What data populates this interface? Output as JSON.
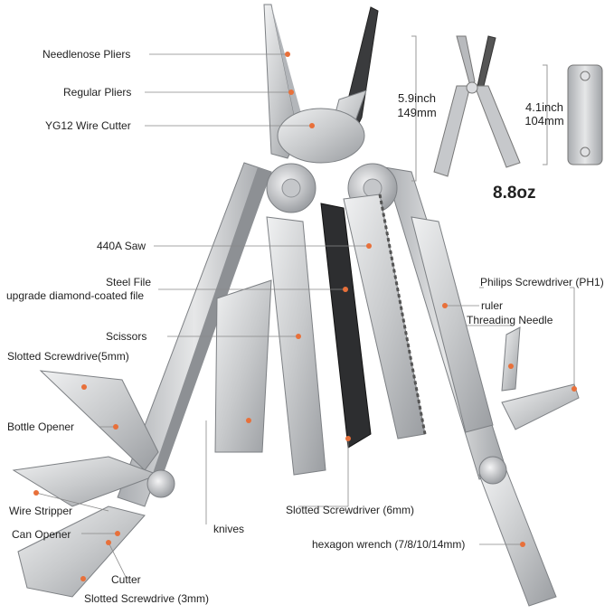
{
  "labels": {
    "needlenose": "Needlenose Pliers",
    "regular": "Regular Pliers",
    "wire_cutter": "YG12 Wire Cutter",
    "saw": "440A Saw",
    "steel_file": "Steel File",
    "diamond_file": "upgrade diamond-coated file",
    "scissors": "Scissors",
    "slotted_5": "Slotted Screwdrive(5mm)",
    "bottle_opener": "Bottle Opener",
    "wire_stripper": "Wire Stripper",
    "can_opener": "Can Opener",
    "cutter": "Cutter",
    "slotted_3": "Slotted Screwdrive (3mm)",
    "knives": "knives",
    "slotted_6": "Slotted Screwdriver (6mm)",
    "hex_wrench": "hexagon wrench (7/8/10/14mm)",
    "philips": "Philips Screwdriver (PH1)",
    "ruler": "ruler",
    "threading_needle": "Threading Needle"
  },
  "dimensions": {
    "open_inch": "5.9inch",
    "open_mm": "149mm",
    "closed_inch": "4.1inch",
    "closed_mm": "104mm",
    "weight": "8.8oz"
  },
  "colors": {
    "marker": "#e8703a",
    "steel_light": "#d9dadc",
    "steel_mid": "#b9bbbe",
    "steel_dark": "#8c8f93",
    "blade_black": "#2a2b2d",
    "leader": "#888888"
  }
}
